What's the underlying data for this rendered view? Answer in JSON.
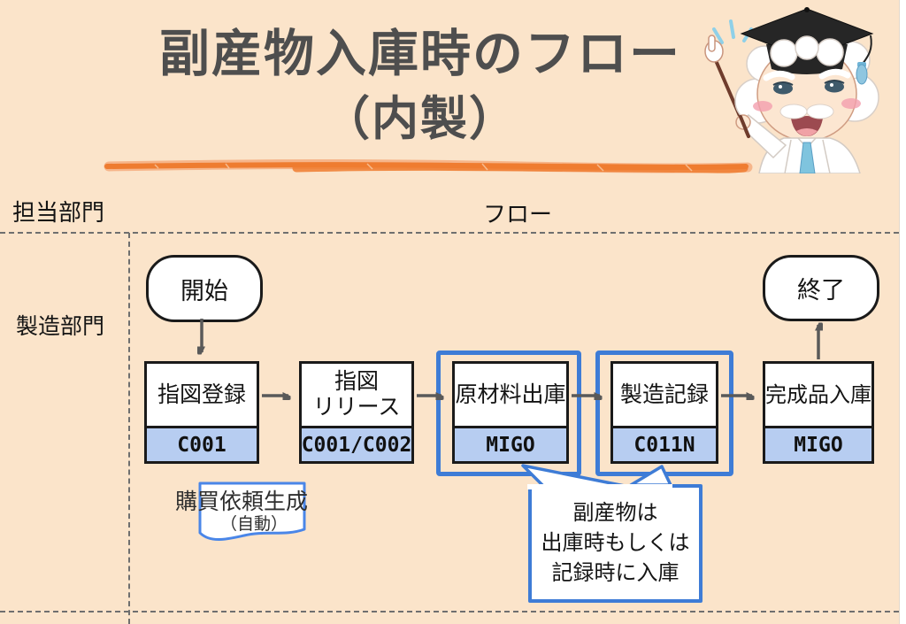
{
  "title": {
    "line1": "副産物入庫時のフロー",
    "line2": "（内製）"
  },
  "headers": {
    "department": "担当部門",
    "flow": "フロー"
  },
  "lane": {
    "label": "製造部門"
  },
  "nodes": {
    "start": "開始",
    "end": "終了",
    "steps": [
      {
        "lines": [
          "指図登録"
        ],
        "code": "C001",
        "highlighted": false
      },
      {
        "lines": [
          "指図",
          "リリース"
        ],
        "code": "C001/C002",
        "highlighted": false
      },
      {
        "lines": [
          "原材料出庫"
        ],
        "code": "MIGO",
        "highlighted": true
      },
      {
        "lines": [
          "製造記録"
        ],
        "code": "C011N",
        "highlighted": true
      },
      {
        "lines": [
          "完成品入庫"
        ],
        "code": "MIGO",
        "highlighted": false
      }
    ]
  },
  "annotations": {
    "purchase_note": {
      "line1": "購買依頼生成",
      "line2": "（自動）"
    },
    "byproduct_note": {
      "lines": [
        "副産物は",
        "出庫時もしくは",
        "記録時に入庫"
      ]
    }
  },
  "illustration": {
    "name": "professor-mascot"
  },
  "colors": {
    "background": "#fbe4ca",
    "accent_blue": "#3e7cd6",
    "code_strip_blue": "#b7cdf1",
    "underline_orange": "#ee7c30",
    "arrow_gray": "#595959",
    "title_gray": "#4e4e4e"
  }
}
